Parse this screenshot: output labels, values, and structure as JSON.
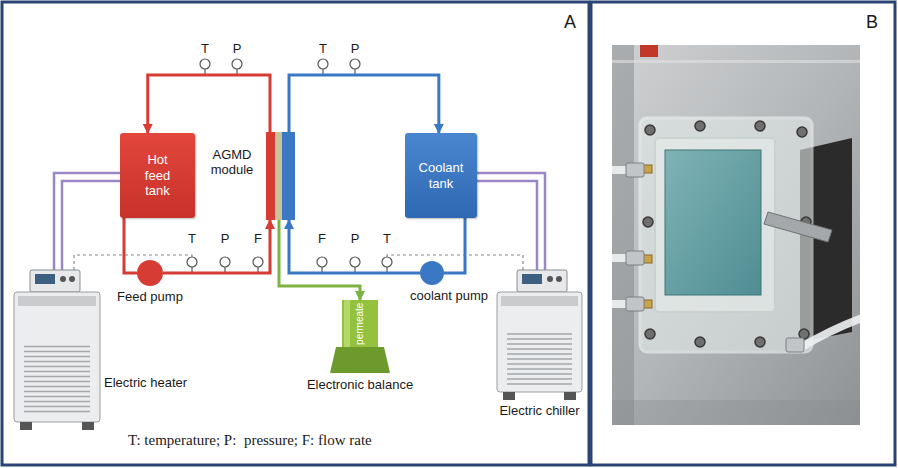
{
  "diagram": {
    "nodes": [
      {
        "text": [
          "Hot feed tank"
        ]
      },
      {
        "text": [
          "AGMD module"
        ]
      },
      {
        "text": [
          "Coolant tank"
        ]
      },
      {
        "text": [
          "Feed pump"
        ]
      },
      {
        "text": [
          "coolant pump"
        ]
      },
      {
        "text": [
          "permeate",
          "Electronic balance"
        ]
      },
      {
        "text": [
          "Electric heater"
        ]
      },
      {
        "text": [
          "Electric chiller"
        ]
      }
    ],
    "edges": [
      {
        "from": 1,
        "to": 0,
        "arrow": "to"
      },
      {
        "from": 0,
        "to": 3,
        "arrow": "none"
      },
      {
        "from": 3,
        "to": 1,
        "arrow": "to"
      },
      {
        "from": 1,
        "to": 2,
        "arrow": "to"
      },
      {
        "from": 2,
        "to": 4,
        "arrow": "none"
      },
      {
        "from": 4,
        "to": 1,
        "arrow": "to"
      },
      {
        "from": 1,
        "to": 5,
        "arrow": "to"
      },
      {
        "from": 6,
        "to": 0,
        "arrow": "none"
      },
      {
        "from": 7,
        "to": 2,
        "arrow": "none"
      }
    ],
    "labels": [
      "A",
      "T",
      "P",
      "T",
      "P",
      "T",
      "P",
      "F",
      "F",
      "P",
      "T",
      "T: temperature; P:  pressure; F: flow rate",
      "B"
    ]
  }
}
